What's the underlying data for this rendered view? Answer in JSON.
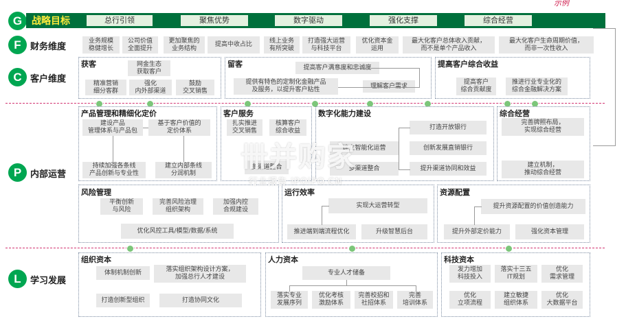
{
  "example_label": "示例",
  "strategy": {
    "letter": "G",
    "title": "战略目标",
    "items": [
      "总行引领",
      "聚焦优势",
      "数字驱动",
      "强化支撑",
      "综合经营"
    ]
  },
  "finance": {
    "letter": "F",
    "title": "财务维度",
    "items": [
      "业务规模\n稳健增长",
      "公司价值\n全面提升",
      "更加聚焦的\n业务结构",
      "提高中收占比",
      "线上业务\n有所突破",
      "打造强大运营\n与科技平台",
      "优化资本金\n运用",
      "最大化客户总体收入贡献，\n而不是单个产品收入",
      "最大化客户生命周期价值，\n而非一次性收入"
    ]
  },
  "customer": {
    "letter": "C",
    "title": "客户维度",
    "acquire": {
      "title": "获客",
      "items": [
        "网金生态\n获取客户",
        "精准营销\n细分客群",
        "强化\n内外部渠道",
        "鼓励\n交叉销售"
      ]
    },
    "retain": {
      "title": "留客",
      "items": [
        "提高客户满意度和忠诚度",
        "提供有特色的定制化金融产品\n及服务，以提升客户粘性",
        "理解客户需求"
      ]
    },
    "revenue": {
      "title": "提高客户综合收益",
      "items": [
        "提高客户\n综合贡献度",
        "推进行业专业化的\n综合金融解决方案"
      ]
    }
  },
  "internal": {
    "letter": "P",
    "title": "内部运营",
    "product": {
      "title": "产品管理和精细化定价",
      "items": [
        "建设产品\n管理体系与产品包",
        "基于客户价值的\n定价体系",
        "持续加强各条线\n产品创新与专业性",
        "建立内部条线\n分润机制"
      ]
    },
    "service": {
      "title": "客户服务",
      "items": [
        "扎实推进\n交叉销售",
        "核算客户\n综合收益",
        "多渠道整合"
      ]
    },
    "digital": {
      "title": "数字化能力建设",
      "items": [
        "打造开放银行",
        "创新发展直销银行",
        "提升渠道协同和效益",
        "建立智能化运营",
        "多渠道整合"
      ]
    },
    "integrated": {
      "title": "综合经营",
      "items": [
        "完善牌照布局，\n实现综合经营",
        "建立机制，\n推动综合经营"
      ]
    },
    "risk": {
      "title": "风险管理",
      "items": [
        "平衡创新\n与风险",
        "完善风险治理\n组织架构",
        "加强内控\n合规建设",
        "优化风控工具/模型/数据/系统"
      ]
    },
    "efficiency": {
      "title": "运行效率",
      "items": [
        "实现大运营转型",
        "推进端到端流程优化",
        "升级智慧后台"
      ]
    },
    "resource": {
      "title": "资源配置",
      "items": [
        "提升资源配置的价值创造能力",
        "提升外部定价能力",
        "强化资本管理"
      ]
    }
  },
  "learning": {
    "letter": "L",
    "title": "学习发展",
    "org": {
      "title": "组织资本",
      "items": [
        "体制机制创新",
        "落实组织架构设计方案，\n加强总行人才建设",
        "打造创新型组织",
        "打造协同文化"
      ]
    },
    "hr": {
      "title": "人力资本",
      "items": [
        "专业人才储备",
        "落实专业\n发展序列",
        "优化考核\n激励体系",
        "完善校招和\n社招体系",
        "完善\n培训体系"
      ]
    },
    "tech": {
      "title": "科技资本",
      "items": [
        "发力增加\n科技投入",
        "落实十三五\nIT规划",
        "优化\n需求管理",
        "优化\n立项流程",
        "建立敏捷\n组织体系",
        "优化\n大数据平台"
      ]
    }
  },
  "watermark": {
    "main": "卌并购家",
    "sub": "行业报告 IPOIPO.CN"
  }
}
